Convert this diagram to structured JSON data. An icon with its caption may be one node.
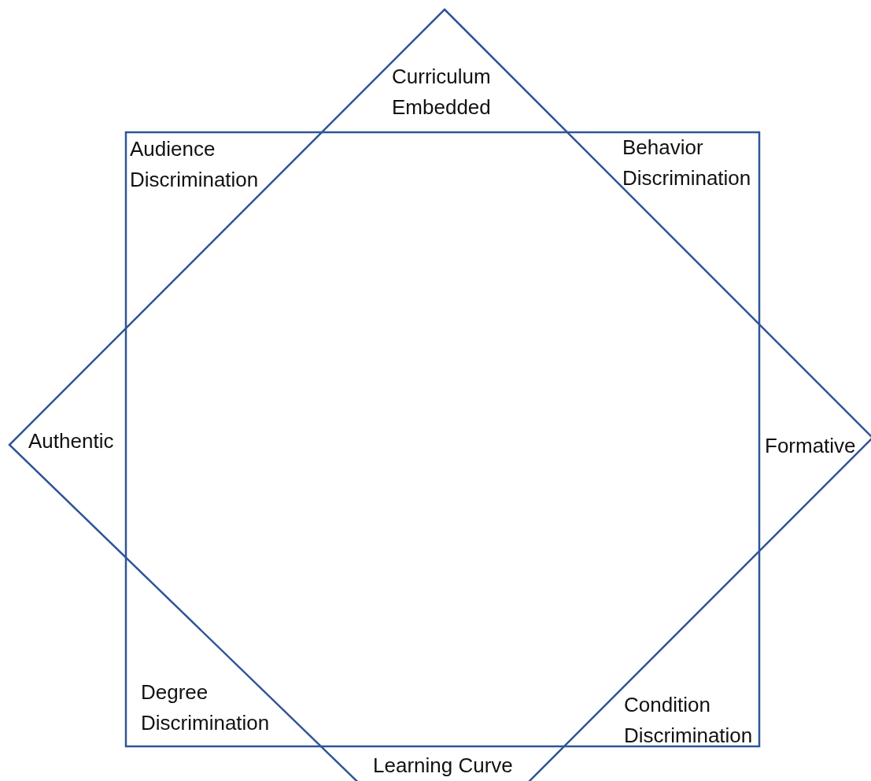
{
  "diagram": {
    "labels": [
      "Curriculum Embedded",
      "Audience Discrimination",
      "Behavior Discrimination",
      "Authentic",
      "Formative",
      "Degree Discrimination",
      "Condition Discrimination",
      "Learning Curve"
    ]
  }
}
